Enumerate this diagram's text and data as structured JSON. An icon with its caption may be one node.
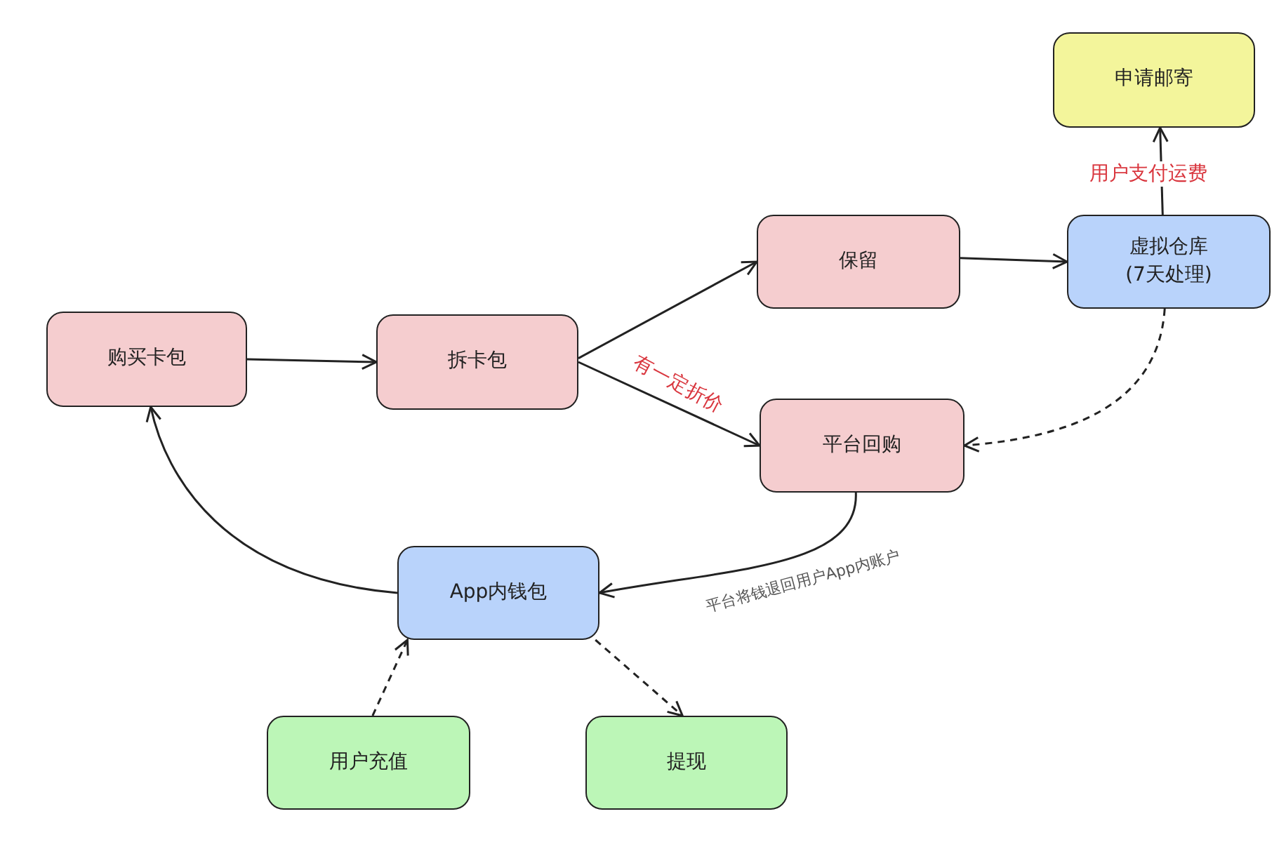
{
  "diagram": {
    "nodes": [
      {
        "text": [
          "购买卡包"
        ]
      },
      {
        "text": [
          "拆卡包"
        ]
      },
      {
        "text": [
          "保留"
        ]
      },
      {
        "text": [
          "平台回购"
        ]
      },
      {
        "text": [
          "虚拟仓库 (7天处理)"
        ]
      },
      {
        "text": [
          "申请邮寄"
        ]
      },
      {
        "text": [
          "App内钱包"
        ]
      },
      {
        "text": [
          "用户充值"
        ]
      },
      {
        "text": [
          "提现"
        ]
      }
    ],
    "edges": [
      {
        "from": 0,
        "to": 1,
        "arrow": "to"
      },
      {
        "from": 1,
        "to": 2,
        "arrow": "to"
      },
      {
        "from": 1,
        "to": 3,
        "arrow": "to",
        "label": "有一定折价"
      },
      {
        "from": 2,
        "to": 4,
        "arrow": "to"
      },
      {
        "from": 4,
        "to": 5,
        "arrow": "to",
        "label": "用户支付运费"
      },
      {
        "from": 4,
        "to": 3,
        "arrow": "to",
        "style": "dashed"
      },
      {
        "from": 3,
        "to": 6,
        "arrow": "to",
        "label": "平台将钱退回用户App内账户"
      },
      {
        "from": 6,
        "to": 0,
        "arrow": "to"
      },
      {
        "from": 7,
        "to": 6,
        "arrow": "to",
        "style": "dashed"
      },
      {
        "from": 6,
        "to": 8,
        "arrow": "to",
        "style": "dashed"
      }
    ]
  }
}
